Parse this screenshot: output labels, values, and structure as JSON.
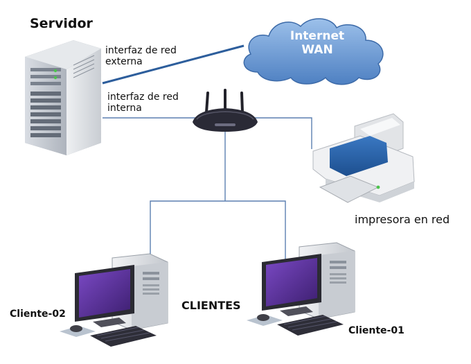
{
  "title": "Servidor",
  "cloud": {
    "line1": "Internet",
    "line2": "WAN"
  },
  "server": {
    "external_label_1": "interfaz de red",
    "external_label_2": "externa",
    "internal_label_1": "interfaz de red",
    "internal_label_2": "interna"
  },
  "printer": {
    "label": "impresora en red"
  },
  "clients": {
    "group_label": "CLIENTES",
    "client_left": "Cliente-02",
    "client_right": "Cliente-01"
  },
  "colors": {
    "background": "#ffffff",
    "lan_line": "#5b7fb0",
    "wan_line": "#2d5e9c",
    "cloud_fill": "#6f9bd3",
    "cloud_stroke": "#3c6aa8",
    "monitor_screen": "#5b2f9a"
  },
  "icons": [
    "server-icon",
    "cloud-icon",
    "router-icon",
    "printer-icon",
    "desktop-computer-icon"
  ]
}
